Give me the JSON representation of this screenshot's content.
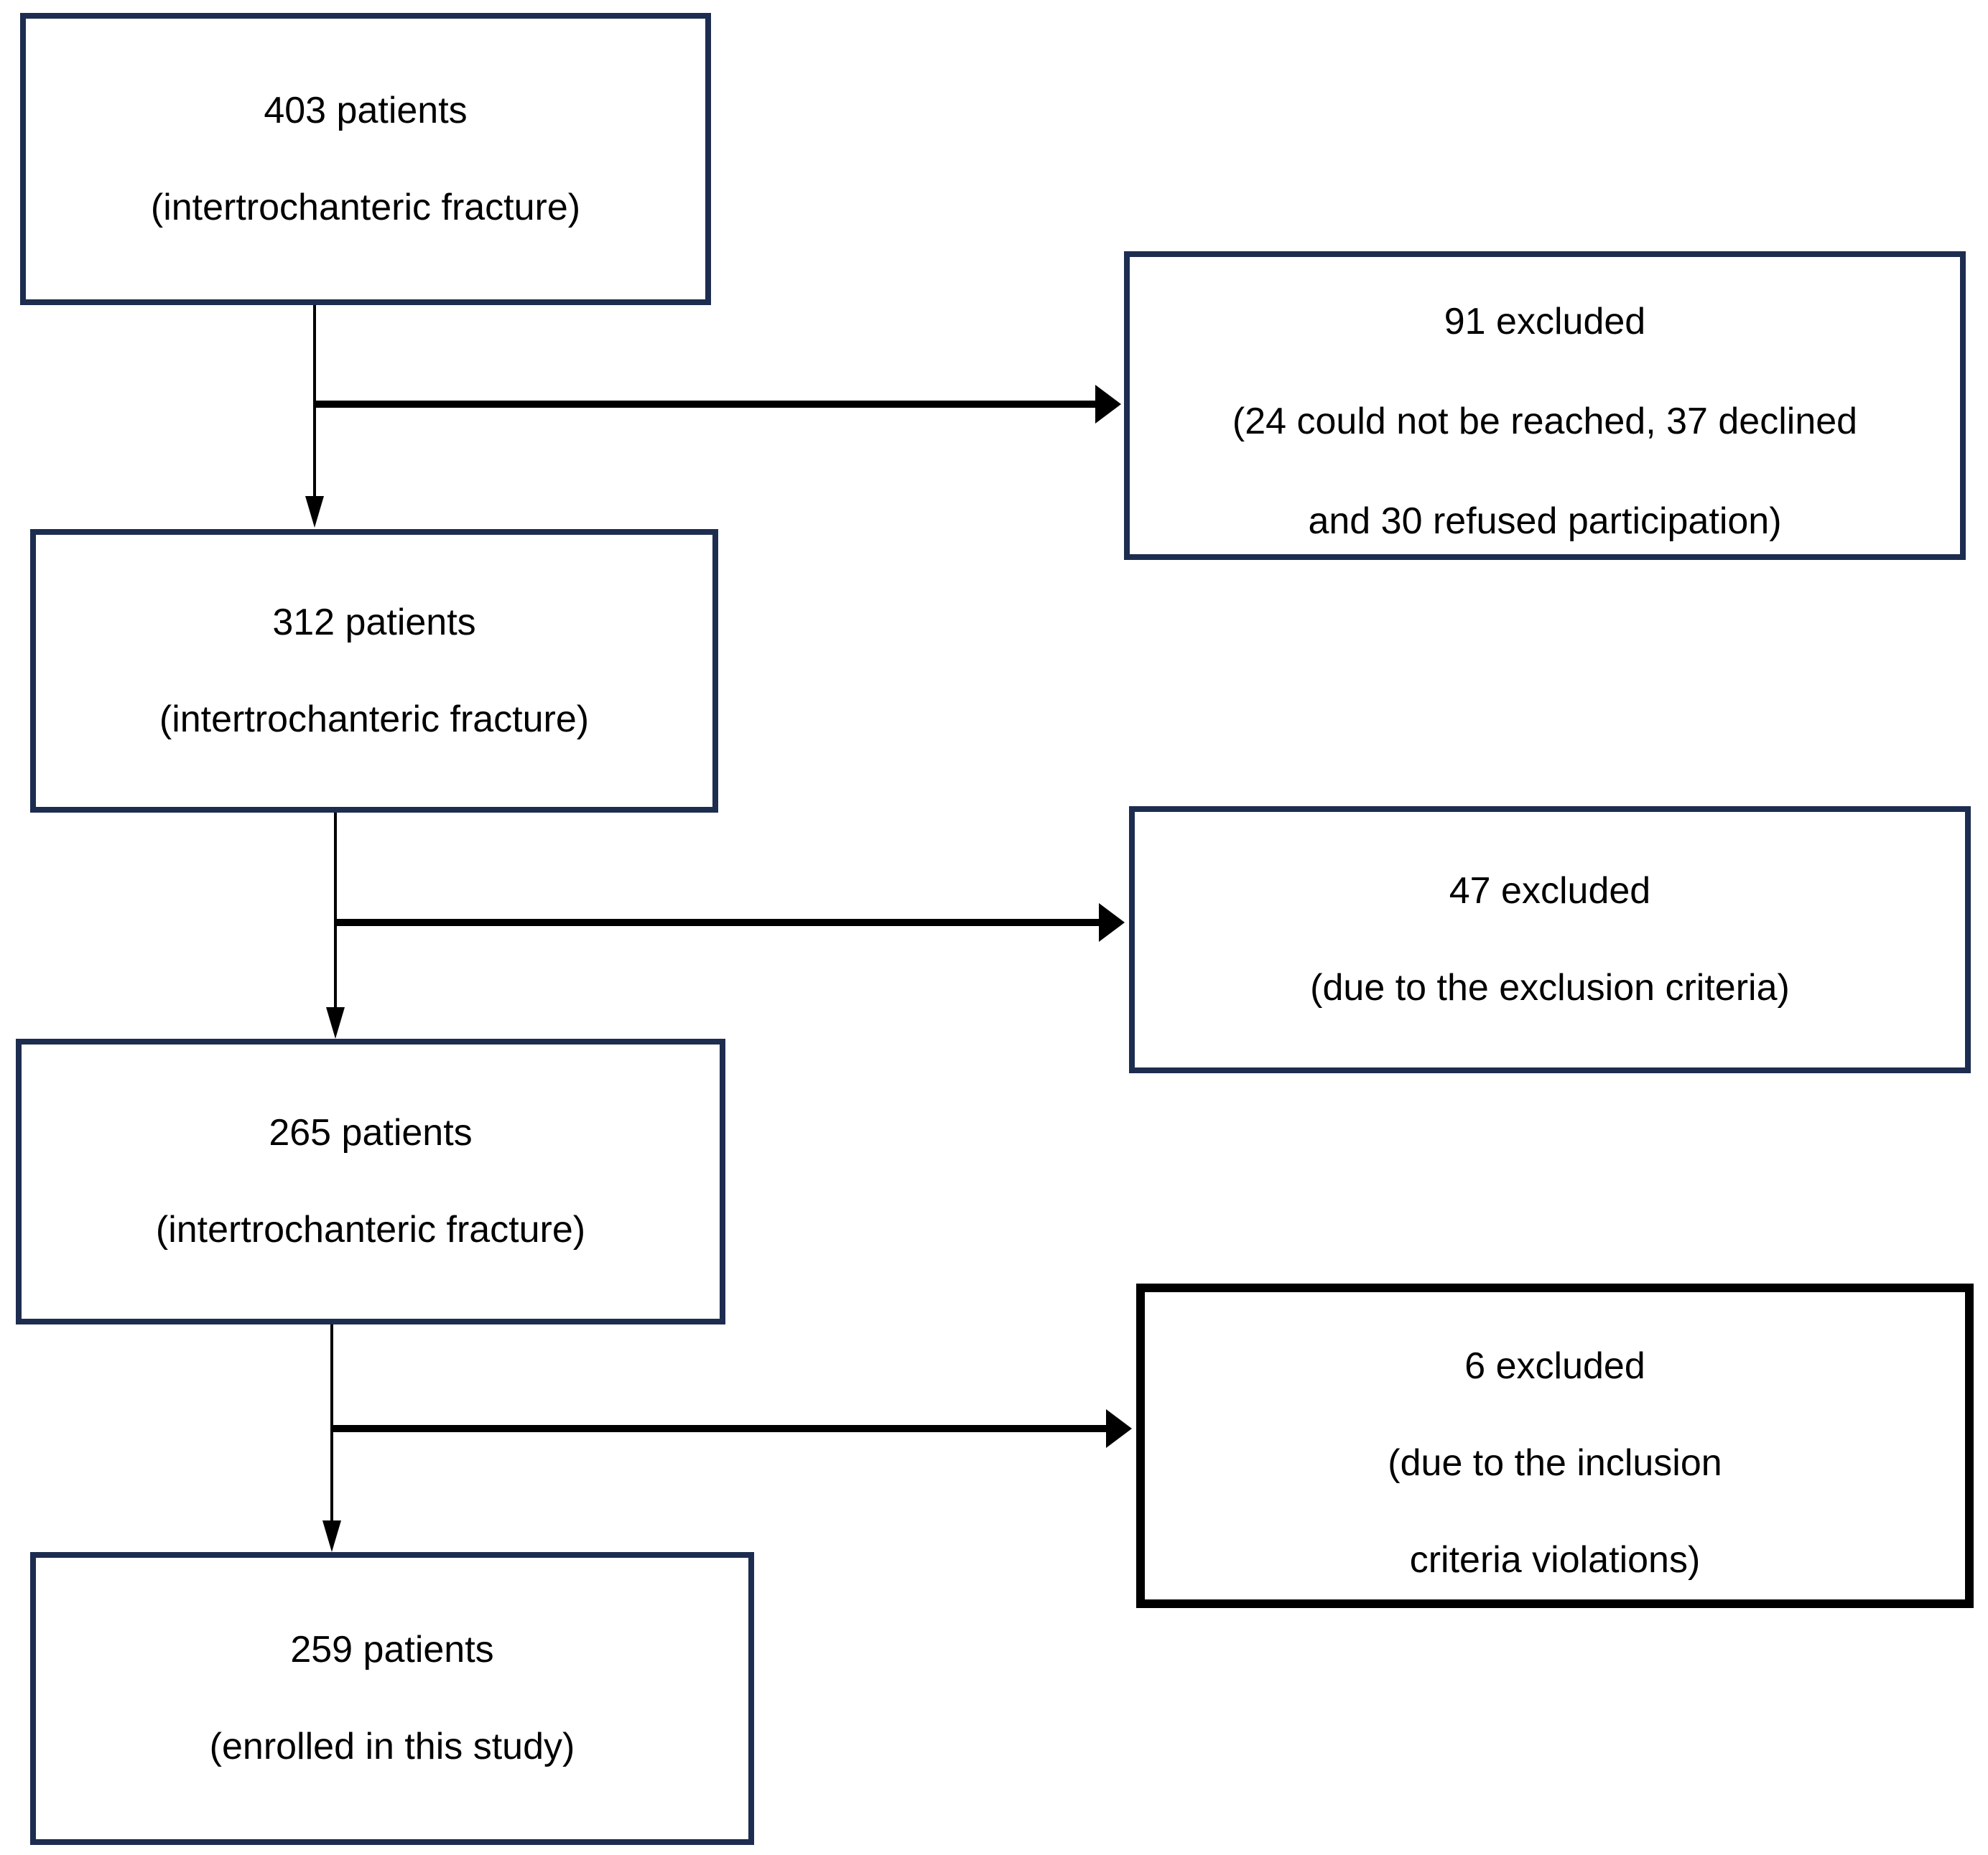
{
  "flow": {
    "left_boxes": [
      {
        "id": "box-403",
        "lines": [
          "403 patients",
          "(intertrochanteric fracture)"
        ]
      },
      {
        "id": "box-312",
        "lines": [
          "312 patients",
          "(intertrochanteric fracture)"
        ]
      },
      {
        "id": "box-265",
        "lines": [
          "265 patients",
          "(intertrochanteric fracture)"
        ]
      },
      {
        "id": "box-259",
        "lines": [
          "259 patients",
          "(enrolled in this study)"
        ]
      }
    ],
    "right_boxes": [
      {
        "id": "box-excl-91",
        "lines": [
          "91 excluded",
          "(24 could not be reached, 37 declined",
          "and 30 refused participation)"
        ]
      },
      {
        "id": "box-excl-47",
        "lines": [
          "47 excluded",
          "(due to the exclusion criteria)"
        ]
      },
      {
        "id": "box-excl-6",
        "lines": [
          "6 excluded",
          "(due to the inclusion",
          "criteria violations)"
        ]
      }
    ]
  },
  "colors": {
    "primary_border": "#1d2d50",
    "secondary_border": "#000000",
    "arrow": "#000000",
    "text": "#000000",
    "background": "#ffffff"
  }
}
